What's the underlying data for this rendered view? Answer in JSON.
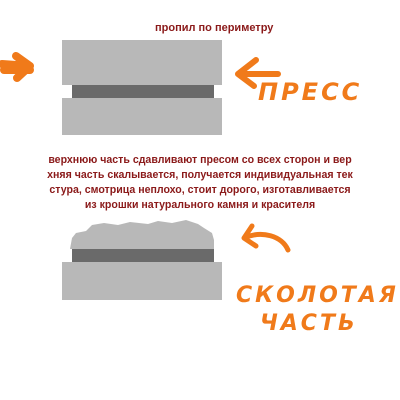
{
  "top_caption": "пропил по периметру",
  "press_label": "ПРЕСС",
  "description_lines": [
    "верхнюю часть сдавливают пресом со всех сторон и вер",
    "хняя часть скалывается, получается индивидуальная тек",
    "стура,  смотрица неплохо, стоит дорого, изготавливается",
    "из крошки натурального камня и красителя"
  ],
  "chipped_label_lines": [
    "СКОЛОТАЯ",
    "ЧАСТЬ"
  ],
  "colors": {
    "text": "#8b1a1a",
    "accent": "#f07a1a",
    "slab": "#b8b8b8",
    "cut": "#6a6a6a"
  }
}
